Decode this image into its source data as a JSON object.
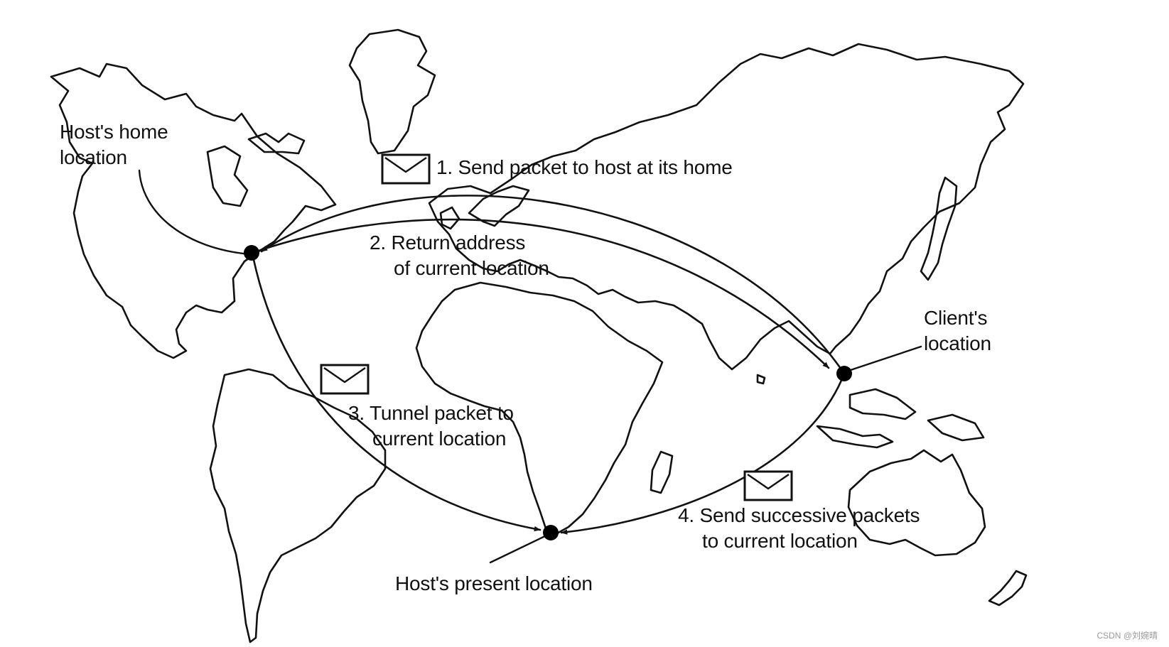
{
  "labels": {
    "home_location": [
      "Host's home",
      "location"
    ],
    "step1": "1. Send packet to host at its home",
    "step2": [
      "2. Return address",
      "of current location"
    ],
    "step3": [
      "3. Tunnel packet to",
      "current location"
    ],
    "step4": [
      "4. Send successive packets",
      "to current location"
    ],
    "client_location": [
      "Client's",
      "location"
    ],
    "present_location": "Host's present location"
  },
  "watermark": "CSDN @刘婉晴",
  "colors": {
    "ink": "#111111",
    "background": "#ffffff",
    "watermark": "#9a9a9a"
  },
  "icons": {
    "envelopes": [
      "envelope-icon",
      "envelope-icon",
      "envelope-icon"
    ]
  }
}
